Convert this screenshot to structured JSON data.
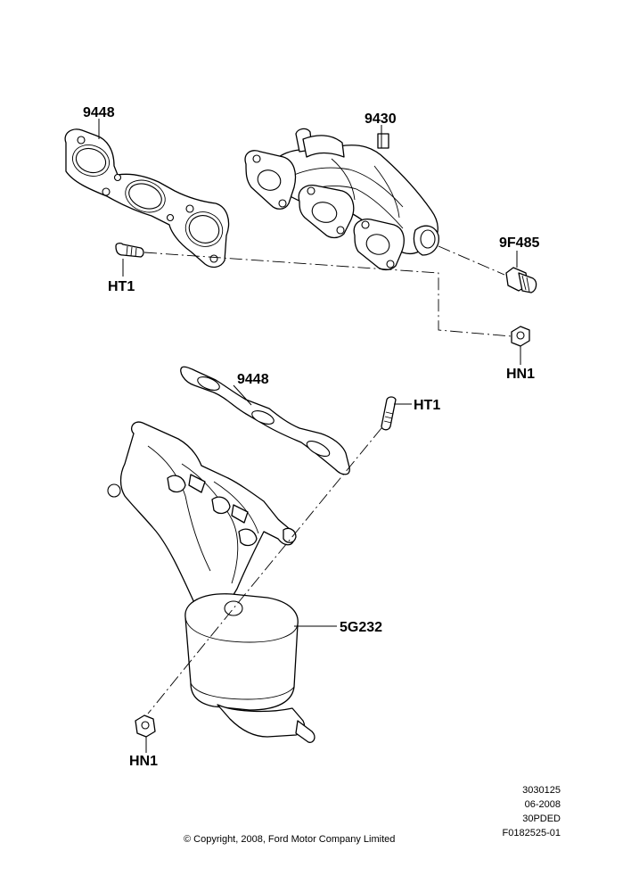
{
  "callouts": {
    "gasket_upper": "9448",
    "exhaust_manifold": "9430",
    "sensor_fitting": "9F485",
    "stud_upper": "HT1",
    "nut_upper": "HN1",
    "gasket_lower": "9448",
    "stud_lower": "HT1",
    "catalytic_converter": "5G232",
    "nut_lower": "HN1"
  },
  "footer": {
    "ref_number": "3030125",
    "date": "06-2008",
    "model_code": "30PDED",
    "figure_id": "F0182525-01",
    "copyright": "© Copyright, 2008, Ford Motor Company Limited"
  }
}
